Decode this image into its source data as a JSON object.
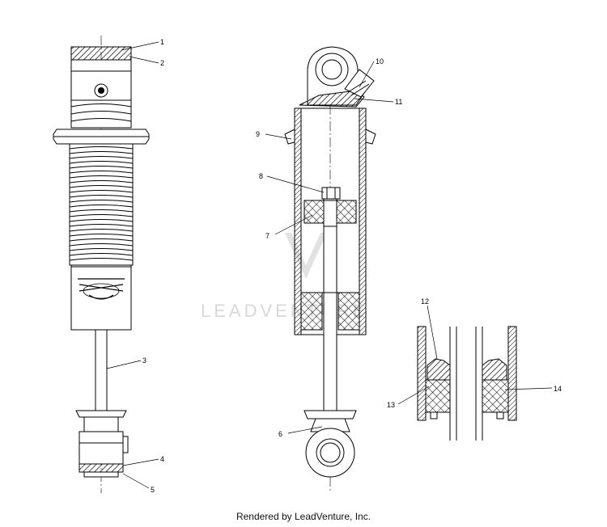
{
  "callouts": [
    "1",
    "2",
    "3",
    "4",
    "5",
    "6",
    "7",
    "8",
    "9",
    "10",
    "11",
    "12",
    "13",
    "14"
  ],
  "watermark": "LEADVENTURE",
  "footer": "Rendered by LeadVenture, Inc."
}
